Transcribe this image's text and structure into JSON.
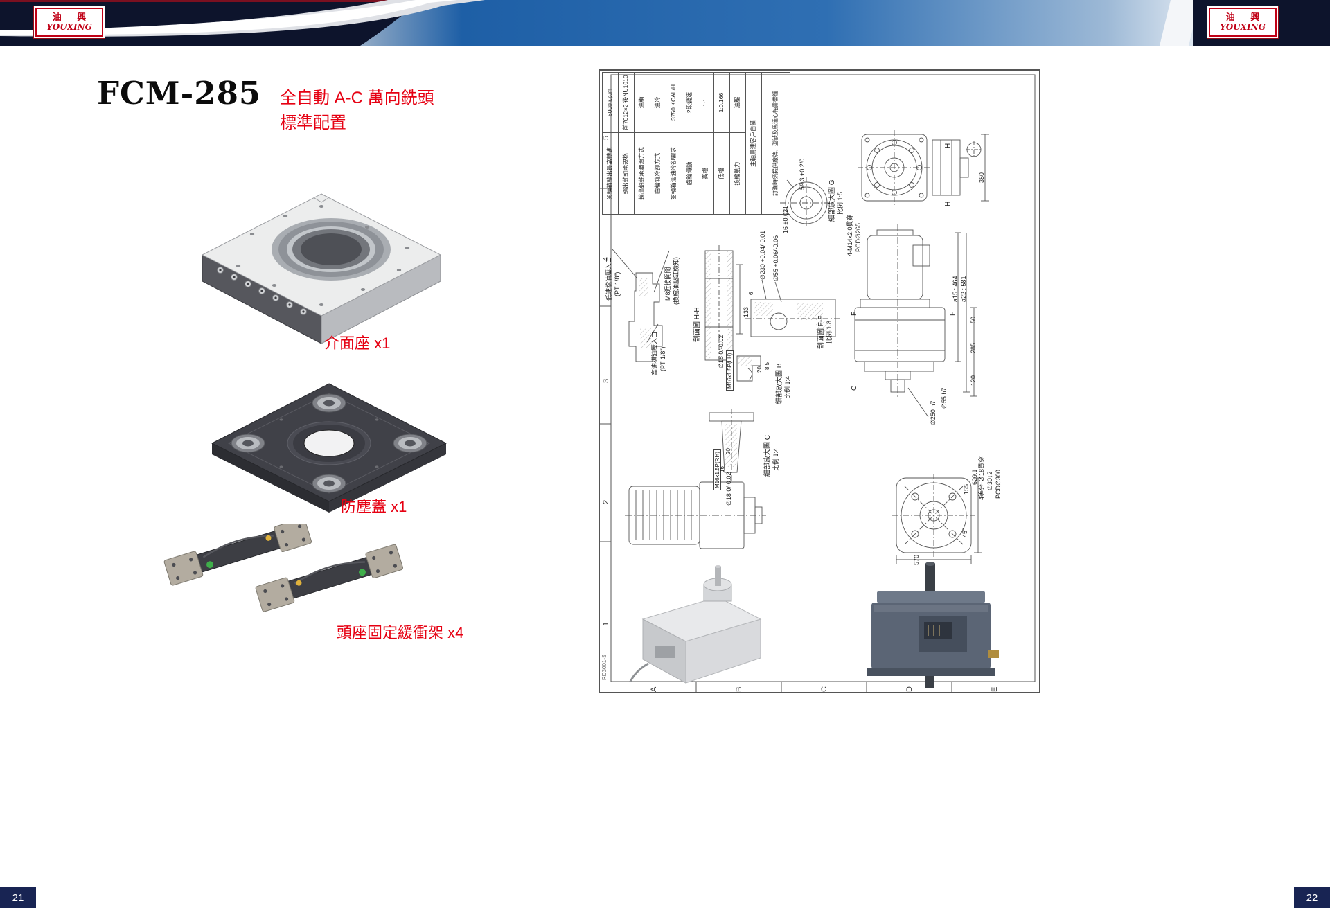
{
  "brand": {
    "cn": "油 興",
    "en": "YOUXING"
  },
  "page": {
    "left_no": "21",
    "right_no": "22"
  },
  "product": {
    "model": "FCM-285",
    "subtitle1": "全自動 A-C 萬向銑頭",
    "subtitle2": "標準配置",
    "part_labels": [
      "介面座 x1",
      "防塵蓋 x1",
      "頭座固定緩衝架 x4"
    ]
  },
  "drawing": {
    "doc_no": "RD3001-S",
    "grid_letters": [
      "A",
      "B",
      "C",
      "D",
      "E"
    ],
    "grid_numbers": [
      "5",
      "4",
      "3",
      "2",
      "1"
    ],
    "spec": [
      {
        "label": "齒輪箱輸出最高轉速",
        "value": "6000 r.p.m"
      },
      {
        "label": "輸出軸軸承規格",
        "value": "前7012×2 後NU1010"
      },
      {
        "label": "輸出軸軸承潤滑方式",
        "value": "油脂"
      },
      {
        "label": "齒輪箱冷卻方式",
        "value": "油冷"
      },
      {
        "label": "齒輪箱迴油冷卻需求",
        "value": "3750 KCAL/H"
      },
      {
        "label": "齒輪傳動",
        "value": "2段變速"
      },
      {
        "label": "高檔",
        "value": "1:1"
      },
      {
        "label": "低檔",
        "value": "1:0.166"
      },
      {
        "label": "換檔動力",
        "value": "油壓"
      },
      {
        "label": "主軸馬達客戶自備",
        "value": ""
      },
      {
        "label": "訂購時須提供廠牌、型號及馬達心軸需帶鍵",
        "value": ""
      }
    ],
    "ann": {
      "g_bolt": "4-M14x2.0貫穿",
      "g_pcd": "PCD∅265",
      "dim_350": "350",
      "view_h1": "H",
      "view_h2": "H",
      "detail_g1": "細部放大圖 G",
      "detail_g2": "比例 1:5",
      "dim_593": "59.3 +0.2/0",
      "dim_16t": "16 ±0.021",
      "low_oil1": "低速檔油壓入口",
      "low_oil2": "(PT 1/8\")",
      "m8_1": "M8近接開關",
      "m8_2": "(換檔油壓缸檢知)",
      "high_oil1": "高速檔油壓入口",
      "high_oil2": "(PT 1/8\")",
      "sec_hh": "剖面圖 H-H",
      "dim_133": "133",
      "dia18_lh": "∅18 0/-0.02",
      "m16_lh": "M16x1.5P(LH)",
      "dim_20b": "20",
      "dim_85": "8.5",
      "detail_b1": "細部放大圖 B",
      "detail_b2": "比例 1:4",
      "sec_ff1": "剖面圖 F-F",
      "sec_ff2": "比例 1:8",
      "dia230": "∅230 +0.04/-0.01",
      "dia55": "∅55 +0.06/-0.06",
      "dim_6": "6",
      "detail_c1": "細部放大圖 C",
      "detail_c2": "比例 1:4",
      "m16_rh": "M16x1.5P(RH)",
      "dia18_rh": "∅18 0/-0.02",
      "dim_16": "16",
      "dim_20c": "20",
      "a15": "a15 : 464",
      "a22": "a22 : 581",
      "dim_50": "50",
      "dim_285": "285",
      "dim_120": "120",
      "dia55h7": "∅55 h7",
      "dia250h7": "∅250 h7",
      "view_f1": "F",
      "view_f2": "F",
      "view_c1": "C",
      "dim_6291": "629.1",
      "dim_155": "155",
      "four_eq1": "4等分-∅18貫穿",
      "four_eq2": "∅30↓2",
      "pcd300": "PCD∅300",
      "dim_45": "45°",
      "dim_570": "570"
    }
  }
}
